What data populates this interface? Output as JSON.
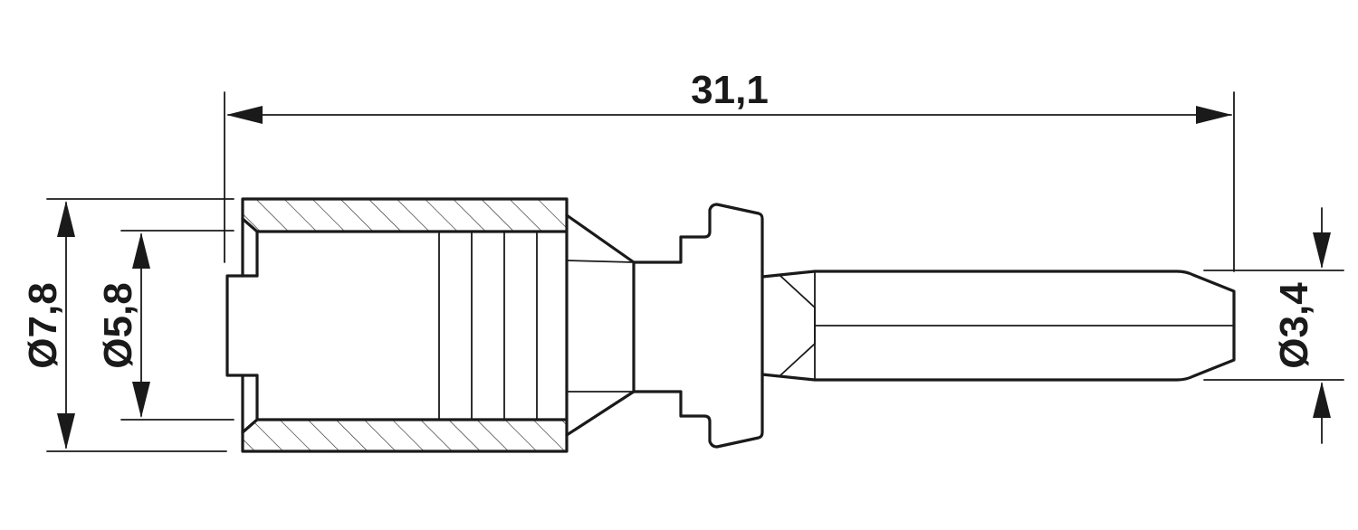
{
  "drawing": {
    "dimensions": {
      "overall_length": "31,1",
      "outer_diameter": "Ø7,8",
      "inner_diameter": "Ø5,8",
      "pin_diameter": "Ø3,4"
    },
    "colors": {
      "line": "#1a1a1a",
      "background": "#ffffff"
    }
  }
}
